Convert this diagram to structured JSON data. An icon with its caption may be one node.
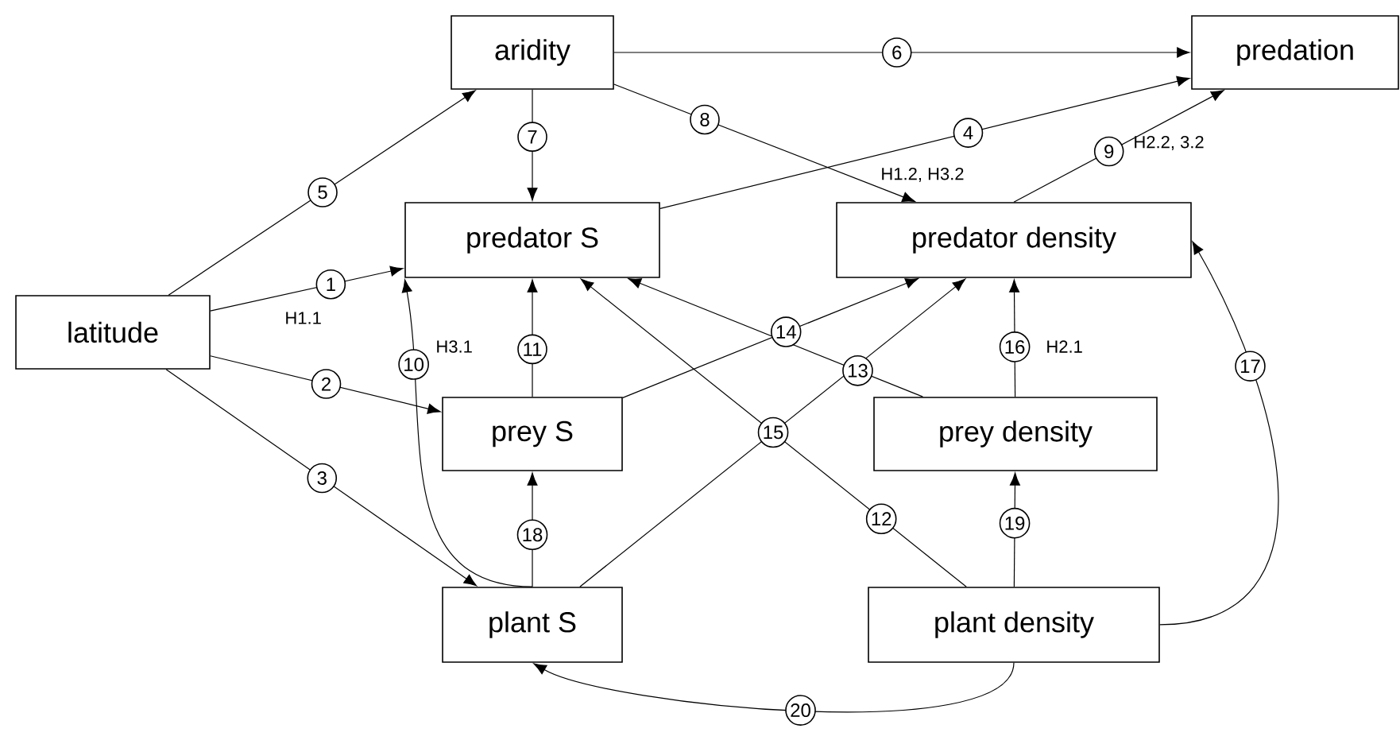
{
  "diagram": {
    "nodes": [
      {
        "text": [
          "latitude"
        ]
      },
      {
        "text": [
          "aridity"
        ]
      },
      {
        "text": [
          "predation"
        ]
      },
      {
        "text": [
          "predator S"
        ]
      },
      {
        "text": [
          "predator density"
        ]
      },
      {
        "text": [
          "prey S"
        ]
      },
      {
        "text": [
          "prey density"
        ]
      },
      {
        "text": [
          "plant S"
        ]
      },
      {
        "text": [
          "plant density"
        ]
      }
    ],
    "edges": [
      {
        "from": 0,
        "to": 3,
        "arrow": "to",
        "label": "1"
      },
      {
        "from": 0,
        "to": 5,
        "arrow": "to",
        "label": "2"
      },
      {
        "from": 0,
        "to": 7,
        "arrow": "to",
        "label": "3"
      },
      {
        "from": 3,
        "to": 2,
        "arrow": "to",
        "label": "4"
      },
      {
        "from": 0,
        "to": 1,
        "arrow": "to",
        "label": "5"
      },
      {
        "from": 1,
        "to": 2,
        "arrow": "to",
        "label": "6"
      },
      {
        "from": 1,
        "to": 3,
        "arrow": "to",
        "label": "7"
      },
      {
        "from": 1,
        "to": 4,
        "arrow": "to",
        "label": "8"
      },
      {
        "from": 4,
        "to": 2,
        "arrow": "to",
        "label": "9"
      },
      {
        "from": 7,
        "to": 3,
        "arrow": "to",
        "label": "10"
      },
      {
        "from": 5,
        "to": 3,
        "arrow": "to",
        "label": "11"
      },
      {
        "from": 8,
        "to": 3,
        "arrow": "to",
        "label": "12"
      },
      {
        "from": 6,
        "to": 3,
        "arrow": "to",
        "label": "13"
      },
      {
        "from": 5,
        "to": 4,
        "arrow": "to",
        "label": "14"
      },
      {
        "from": 7,
        "to": 4,
        "arrow": "to",
        "label": "15"
      },
      {
        "from": 6,
        "to": 4,
        "arrow": "to",
        "label": "16"
      },
      {
        "from": 8,
        "to": 4,
        "arrow": "to",
        "label": "17"
      },
      {
        "from": 7,
        "to": 5,
        "arrow": "to",
        "label": "18"
      },
      {
        "from": 8,
        "to": 6,
        "arrow": "to",
        "label": "19"
      },
      {
        "from": 8,
        "to": 7,
        "arrow": "to",
        "label": "20"
      }
    ],
    "labels": [
      "H2.2, 3.2",
      "H1.2, H3.2",
      "H1.1",
      "H2.1",
      "H3.1"
    ]
  }
}
